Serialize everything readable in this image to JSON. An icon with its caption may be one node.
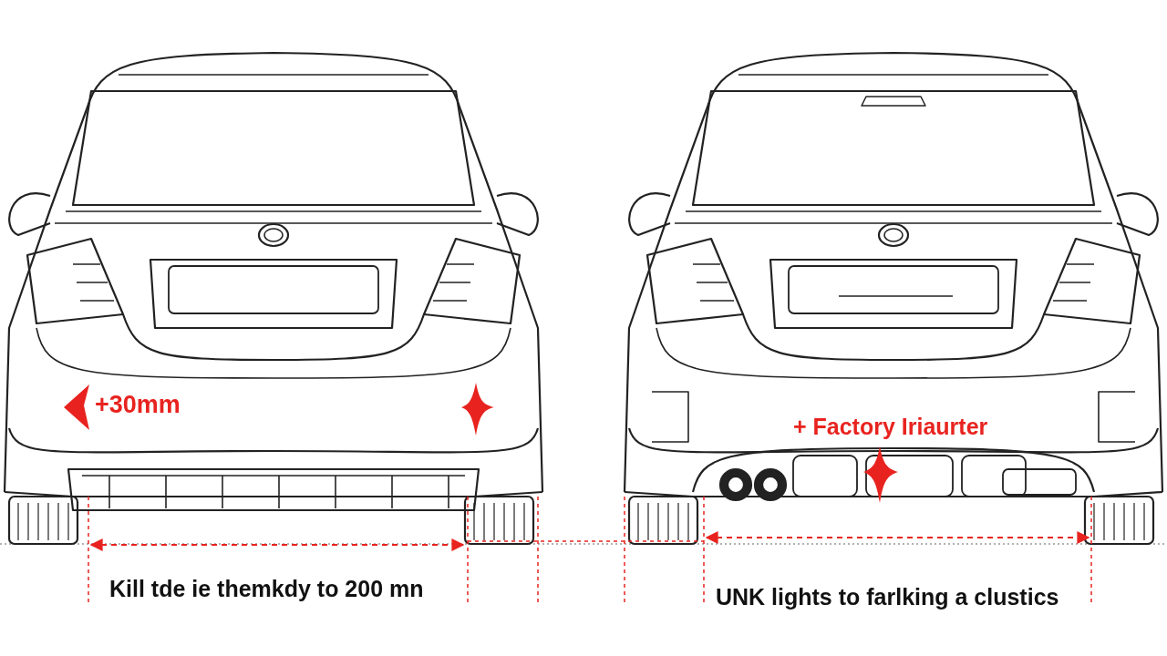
{
  "diagram": {
    "labels": [
      "+30mm",
      "+ Factory Iriaurter",
      "Kill tde ie themkdy to 200 mn",
      "UNK lights to farlking a clustics"
    ]
  }
}
